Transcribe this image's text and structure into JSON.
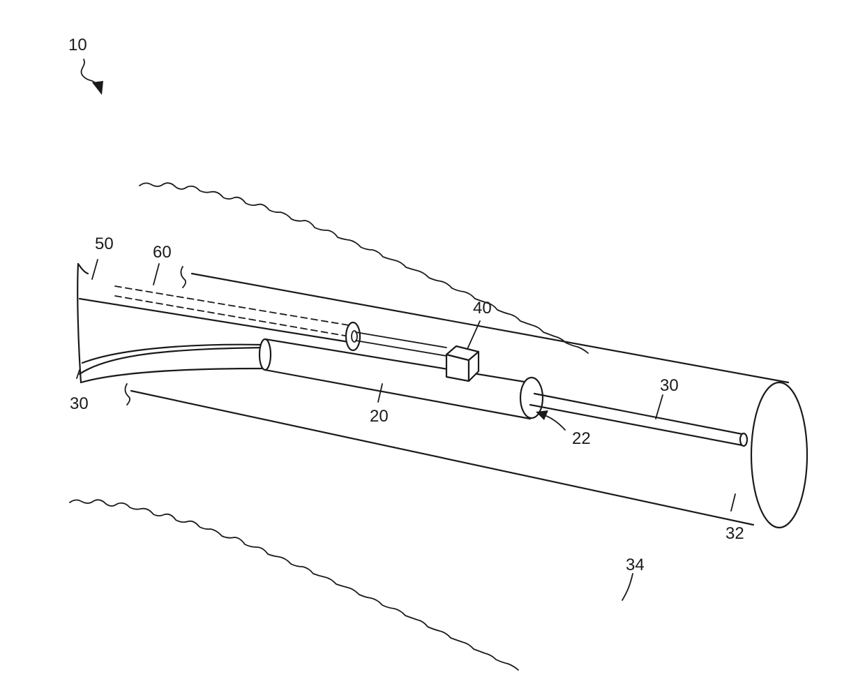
{
  "labels": {
    "figure_ref": "10",
    "sheath": "50",
    "dashed_element": "60",
    "block": "40",
    "wire_right": "30",
    "wire_left": "30",
    "cylinder": "20",
    "opening": "22",
    "distal_end": "32",
    "vessel_wall": "34"
  },
  "colors": {
    "line": "#1a1a1a",
    "background": "#ffffff"
  }
}
